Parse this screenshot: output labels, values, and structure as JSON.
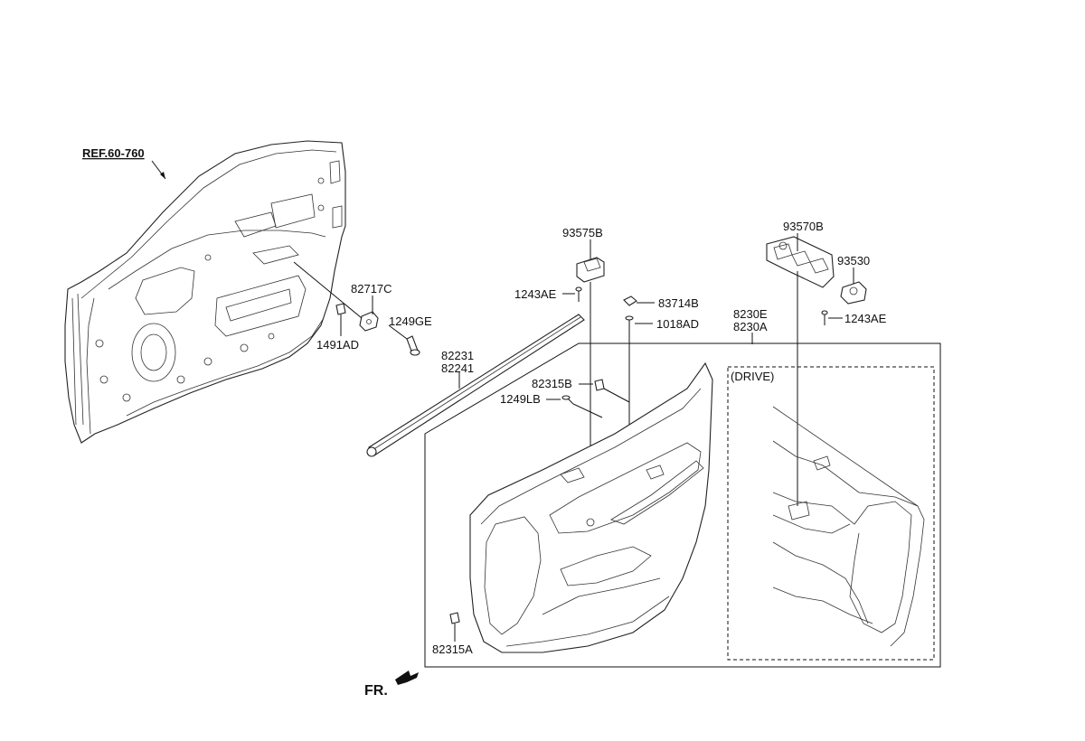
{
  "labels": {
    "ref": "REF.60-760",
    "p82717C": "82717C",
    "p1249GE": "1249GE",
    "p1491AD": "1491AD",
    "p93575B": "93575B",
    "p1243AE_left": "1243AE",
    "p83714B": "83714B",
    "p1018AD": "1018AD",
    "p82231": "82231",
    "p82241": "82241",
    "p82315B": "82315B",
    "p1249LB": "1249LB",
    "p93570B": "93570B",
    "p93530": "93530",
    "p1243AE_right": "1243AE",
    "p8230E": "8230E",
    "p8230A": "8230A",
    "drive": "(DRIVE)",
    "p82315A": "82315A",
    "fr": "FR."
  }
}
